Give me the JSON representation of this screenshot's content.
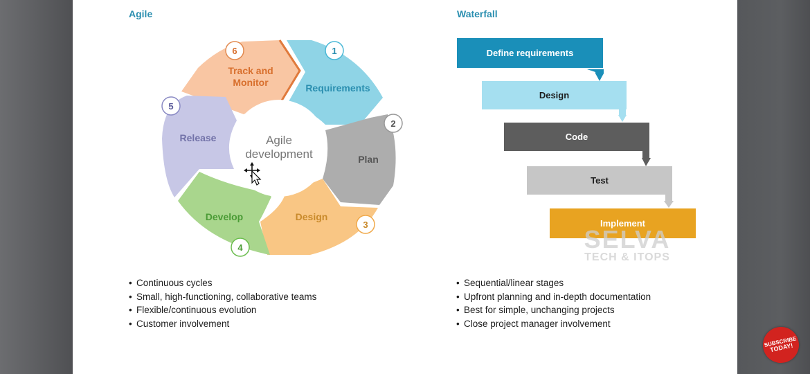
{
  "agile": {
    "heading": "Agile",
    "center_line1": "Agile",
    "center_line2": "development",
    "stages": [
      {
        "number": "1",
        "label_lines": [
          "Requirements"
        ]
      },
      {
        "number": "2",
        "label_lines": [
          "Plan"
        ]
      },
      {
        "number": "3",
        "label_lines": [
          "Design"
        ]
      },
      {
        "number": "4",
        "label_lines": [
          "Develop"
        ]
      },
      {
        "number": "5",
        "label_lines": [
          "Release"
        ]
      },
      {
        "number": "6",
        "label_lines": [
          "Track and",
          "Monitor"
        ]
      }
    ],
    "bullets": [
      "Continuous cycles",
      "Small,  high-functioning,  collaborative teams",
      "Flexible/continuous  evolution",
      "Customer involvement"
    ]
  },
  "waterfall": {
    "heading": "Waterfall",
    "stages": [
      "Define requirements",
      "Design",
      "Code",
      "Test",
      "Implement"
    ],
    "bullets": [
      "Sequential/linear stages",
      "Upfront planning  and in-depth documentation",
      "Best for simple,  unchanging  projects",
      "Close project manager involvement"
    ]
  },
  "watermark": {
    "line1": "SELVA",
    "line2": "TECH & ITOPS"
  },
  "subscribe_badge": {
    "line1": "SUBSCRIBE",
    "line2": "TODAY!"
  },
  "colors": {
    "heading": "#2b8fb0",
    "requirements": "#8fd4e6",
    "plan": "#adadad",
    "design": "#f9c684",
    "develop": "#a9d68d",
    "release": "#c7c7e6",
    "track": "#f9c6a3",
    "wf_define": "#1a8fb9",
    "wf_design": "#a5dff0",
    "wf_code": "#5d5d5d",
    "wf_test": "#c6c6c6",
    "wf_implement": "#e8a321"
  }
}
